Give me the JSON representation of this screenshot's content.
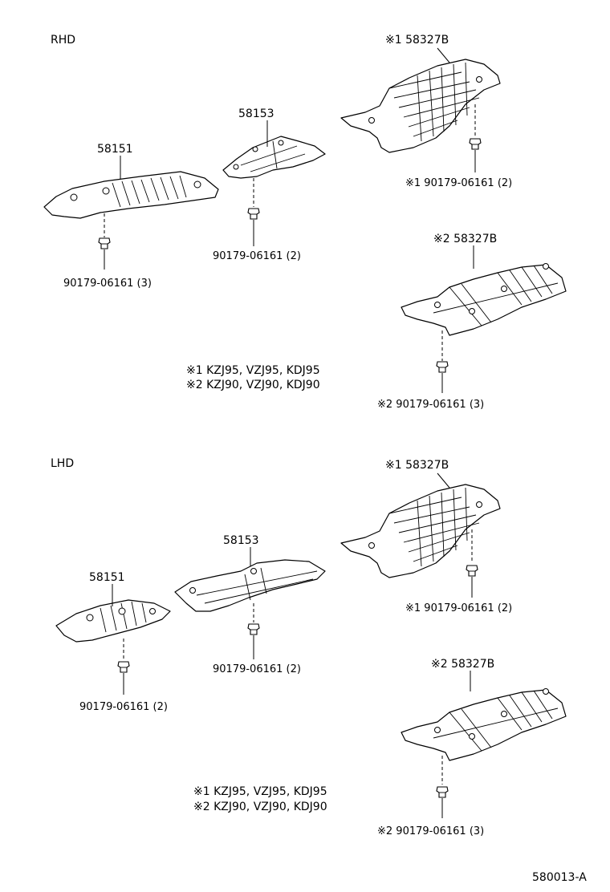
{
  "sections": {
    "rhd": {
      "heading": "RHD",
      "labels": {
        "p58151": "58151",
        "p58151_clip": "90179-06161 (3)",
        "p58153": "58153",
        "p58153_clip": "90179-06161 (2)",
        "p58327b_1": "※1 58327B",
        "p58327b_1_clip": "※1 90179-06161 (2)",
        "p58327b_2": "※2 58327B",
        "p58327b_2_clip": "※2 90179-06161 (3)"
      },
      "notes": [
        "※1 KZJ95, VZJ95, KDJ95",
        "※2 KZJ90, VZJ90, KDJ90"
      ]
    },
    "lhd": {
      "heading": "LHD",
      "labels": {
        "p58151": "58151",
        "p58151_clip": "90179-06161 (2)",
        "p58153": "58153",
        "p58153_clip": "90179-06161 (2)",
        "p58327b_1": "※1 58327B",
        "p58327b_1_clip": "※1 90179-06161 (2)",
        "p58327b_2": "※2 58327B",
        "p58327b_2_clip": "※2 90179-06161 (3)"
      },
      "notes": [
        "※1 KZJ95, VZJ95, KDJ95",
        "※2 KZJ90, VZJ90, KDJ90"
      ]
    }
  },
  "footer": {
    "diagram_code": "580013-A"
  }
}
